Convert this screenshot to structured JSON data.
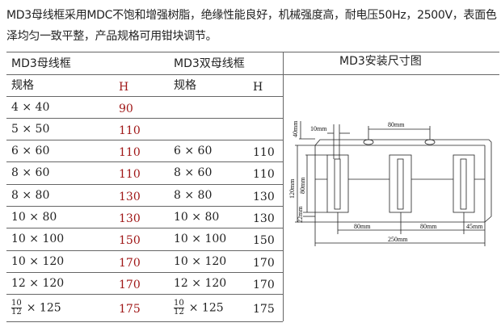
{
  "intro": "MD3母线框采用MDC不饱和增强树脂，绝缘性能良好，机械强度高，耐电压50Hz，2500V，表面色泽均匀一致平整，产品规格可用钳块调节。",
  "table": {
    "group1_title": "MD3母线框",
    "group2_title": "MD3双母线框",
    "diagram_title": "MD3安装尺寸图",
    "col_spec": "规格",
    "col_h": "H",
    "rows": [
      {
        "spec": "4 × 40",
        "h": "90",
        "spec2": "",
        "h2": ""
      },
      {
        "spec": "5 × 50",
        "h": "110",
        "spec2": "",
        "h2": ""
      },
      {
        "spec": "6 × 60",
        "h": "110",
        "spec2": "6 × 60",
        "h2": "110"
      },
      {
        "spec": "8 × 60",
        "h": "110",
        "spec2": "8 × 60",
        "h2": "110"
      },
      {
        "spec": "8 × 80",
        "h": "130",
        "spec2": "8 × 80",
        "h2": "130"
      },
      {
        "spec": "10 × 80",
        "h": "130",
        "spec2": "10 × 80",
        "h2": "130"
      },
      {
        "spec": "10 × 100",
        "h": "150",
        "spec2": "10 × 100",
        "h2": "150"
      },
      {
        "spec": "10 × 120",
        "h": "170",
        "spec2": "10 × 120",
        "h2": "170"
      },
      {
        "spec": "12 × 120",
        "h": "170",
        "spec2": "12 × 120",
        "h2": "170"
      }
    ],
    "last_row": {
      "num": "10",
      "den": "12",
      "spec_suffix": "× 125",
      "h": "175",
      "h2": "175"
    }
  },
  "diagram": {
    "dim_10mm": "10mm",
    "dim_80mm_top": "80mm",
    "dim_40mm": "40mm",
    "dim_120mm": "120mm",
    "dim_80mm_v": "80mm",
    "dim_22mm": "22mm",
    "dim_80mm_b1": "80mm",
    "dim_80mm_b2": "80mm",
    "dim_45mm": "45mm",
    "dim_250mm": "250mm"
  }
}
